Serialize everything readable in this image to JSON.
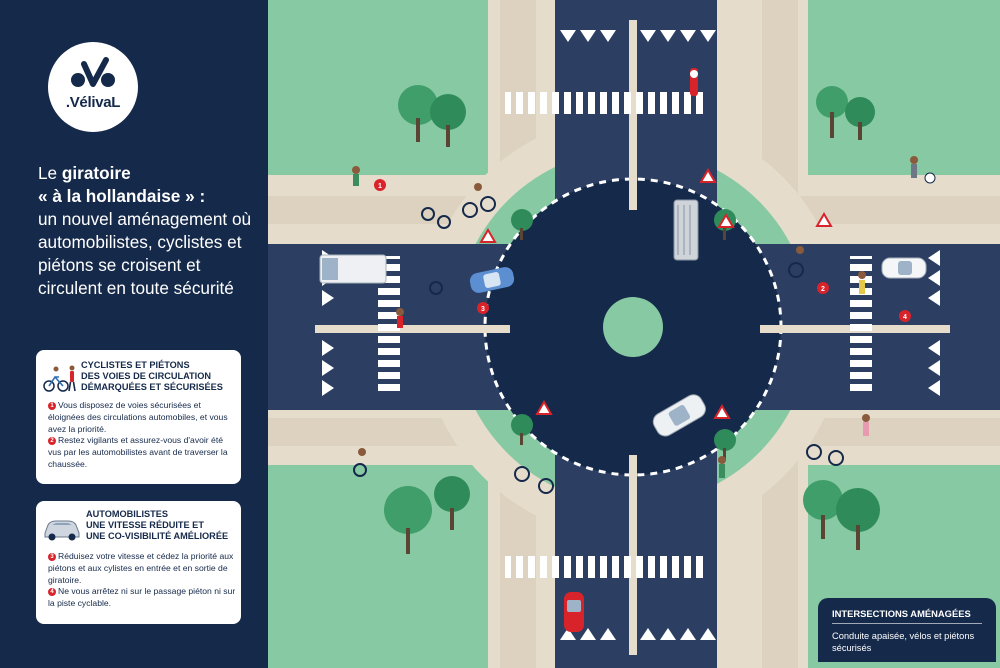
{
  "logo": {
    "name": ".VélivaL"
  },
  "headline": {
    "line1_pre": "Le ",
    "line1_bold": "giratoire",
    "line2_bold": "« à la hollandaise » :",
    "rest": "un nouvel aménagement où automobilistes, cyclistes et piétons se croisent et circulent en toute sécurité"
  },
  "card_cyclists": {
    "title_line1": "CYCLISTES ET PIÉTONS",
    "title_line2": "DES VOIES DE CIRCULATION",
    "title_line3": "DÉMARQUÉES ET SÉCURISÉES",
    "items": [
      {
        "num": "1",
        "text": "Vous disposez de voies sécurisées et éloignées des circulations automobiles, et vous avez la priorité."
      },
      {
        "num": "2",
        "text": "Restez vigilants et assurez-vous d'avoir été vus par les automobilistes avant de traverser la chaussée."
      }
    ]
  },
  "card_drivers": {
    "title_line1": "AUTOMOBILISTES",
    "title_line2": "UNE VITESSE RÉDUITE ET",
    "title_line3": "UNE CO-VISIBILITÉ AMÉLIORÉE",
    "items": [
      {
        "num": "3",
        "text": "Réduisez votre vitesse et cédez la priorité aux piétons et aux cylistes en entrée et en sortie de giratoire."
      },
      {
        "num": "4",
        "text": "Ne vous arrêtez ni sur le passage piéton ni sur la piste cyclable."
      }
    ]
  },
  "badge": {
    "title": "INTERSECTIONS AMÉNAGÉES",
    "text": "Conduite apaisée, vélos et piétons sécurisés"
  },
  "scene_markers": [
    {
      "label": "1"
    },
    {
      "label": "2"
    },
    {
      "label": "3"
    },
    {
      "label": "4"
    }
  ],
  "colors": {
    "navy": "#15294a",
    "road": "#2c3f63",
    "grass": "#87c9a3",
    "path": "#e6dccc",
    "marker": "#d8232a"
  }
}
